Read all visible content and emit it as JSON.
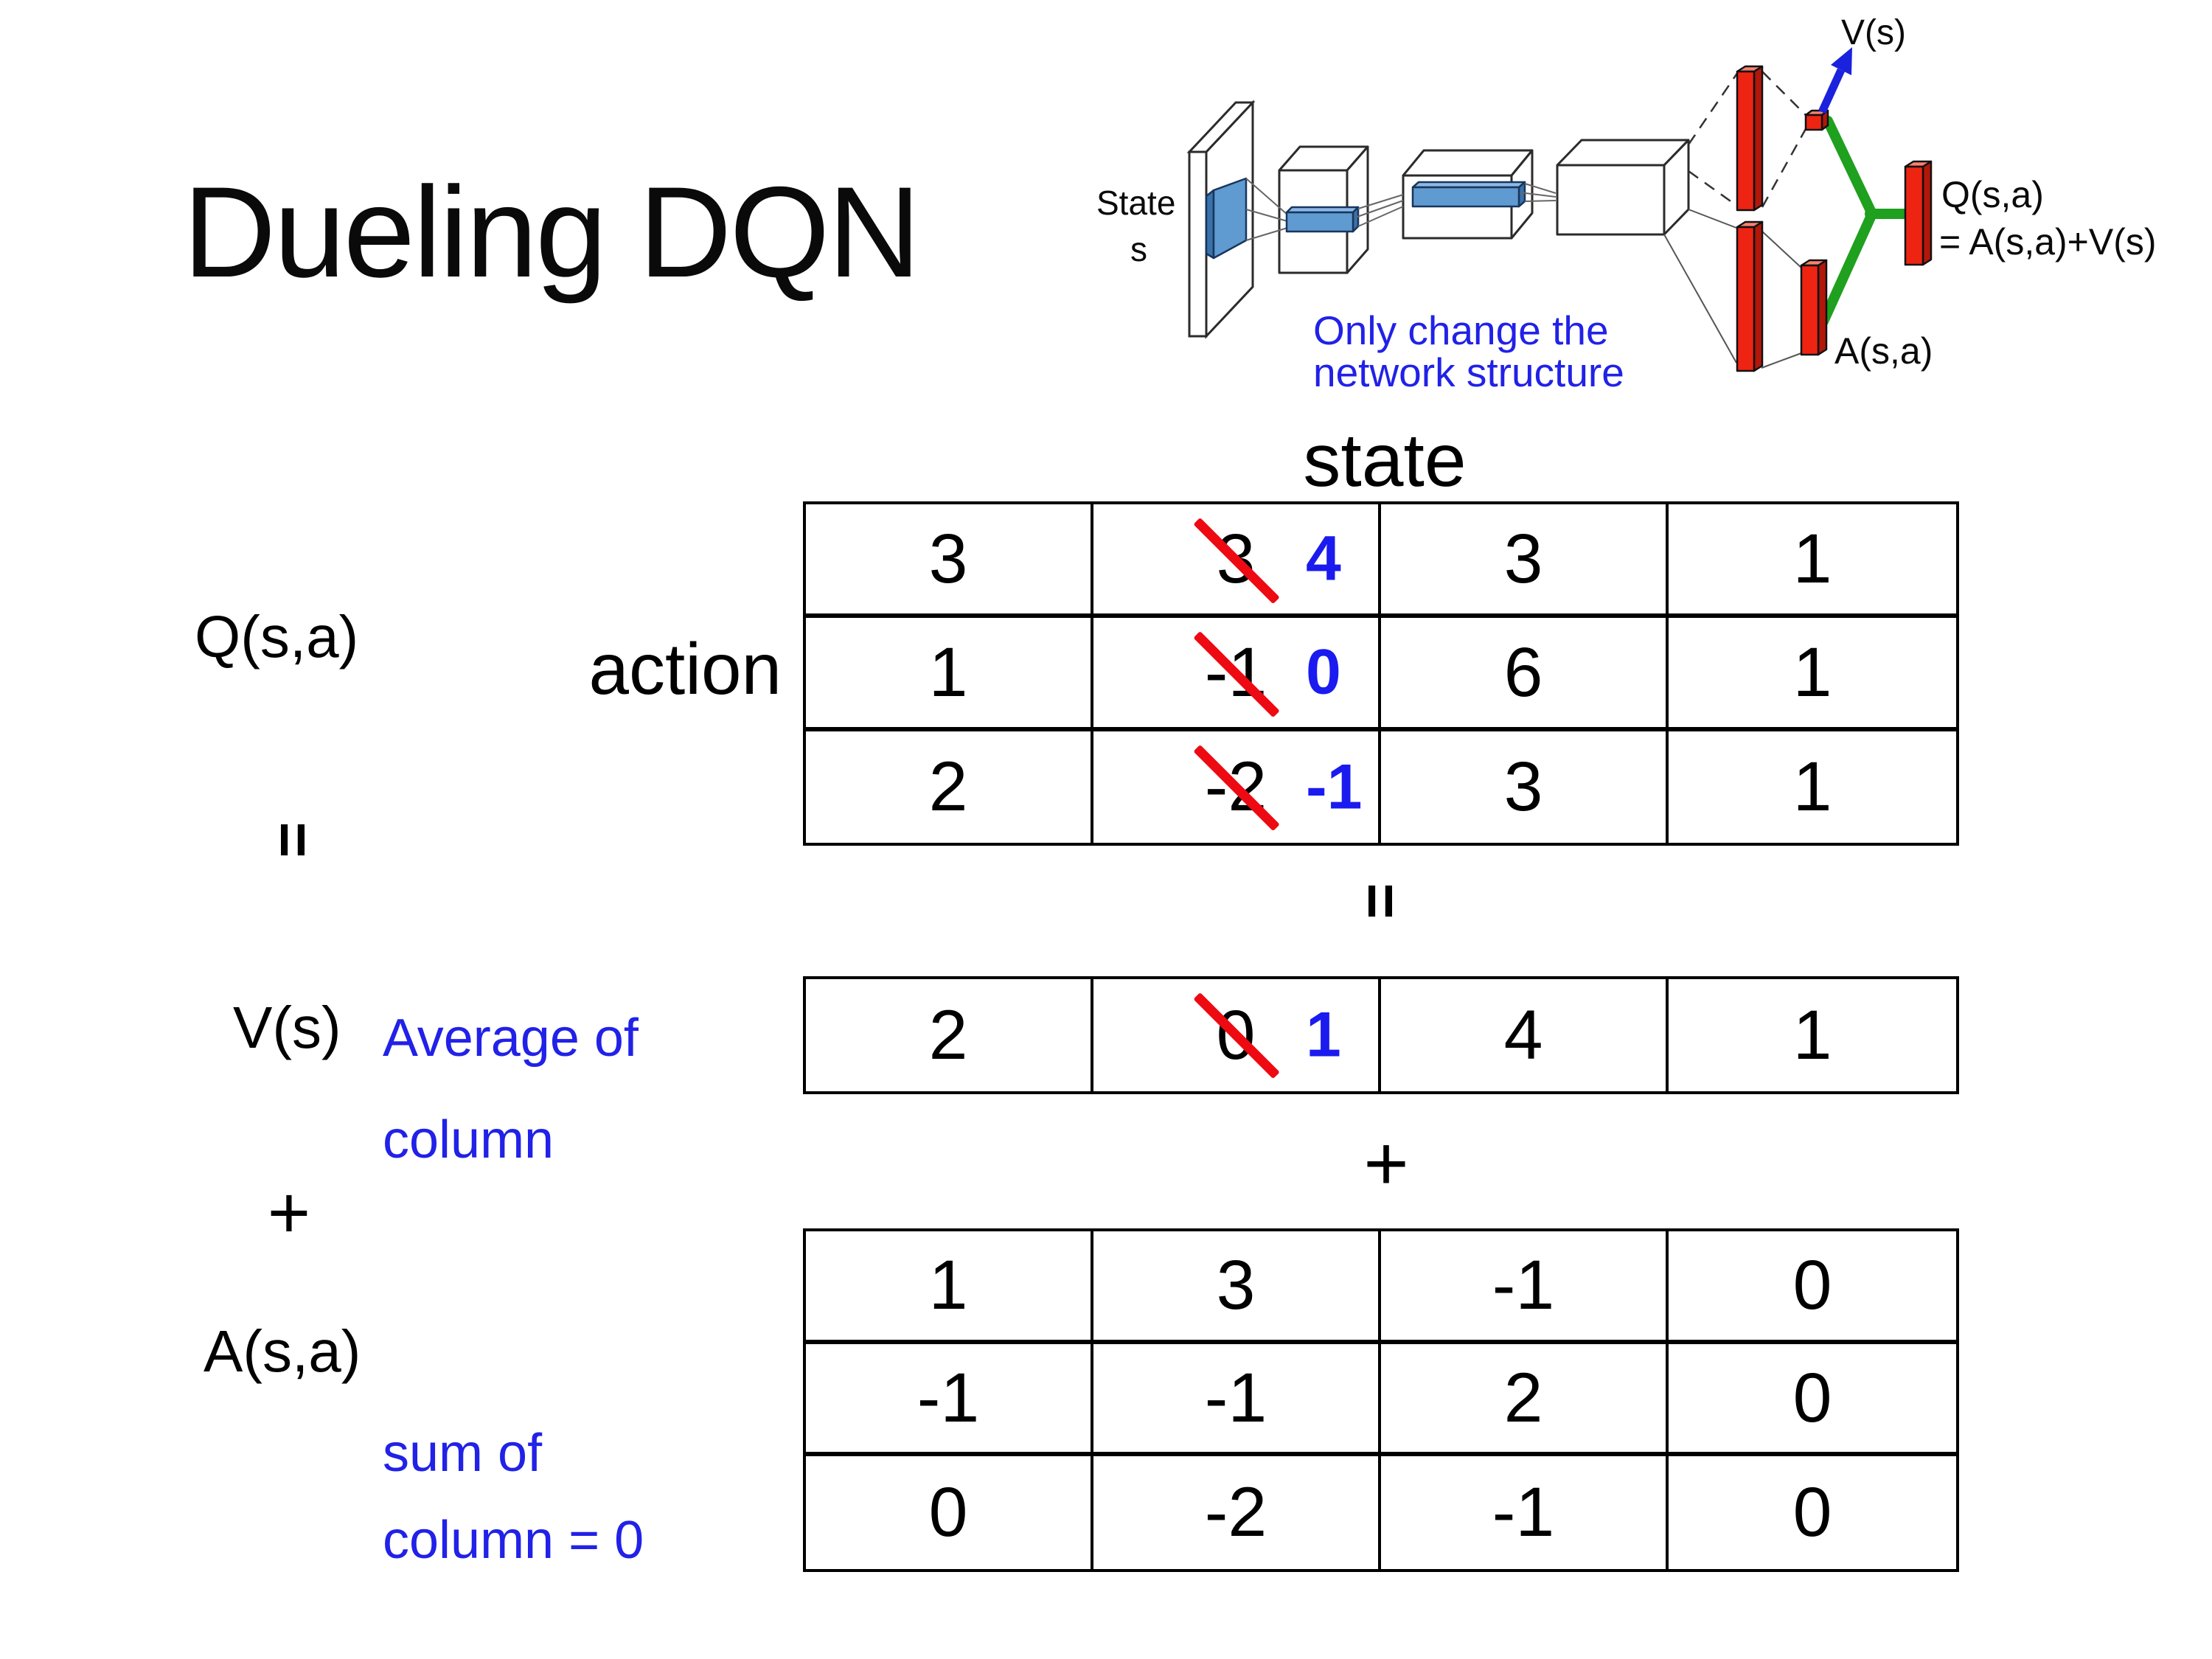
{
  "title": "Dueling DQN",
  "diagram": {
    "state_line1": "State",
    "state_line2": "s",
    "note1": "Only change the",
    "note2": "network structure",
    "v_out": "V(s)",
    "q_out1": "Q(s,a)",
    "q_out2": "= A(s,a)+V(s)",
    "a_out": "A(s,a)"
  },
  "equation": {
    "q_label": "Q(s,a)",
    "eq_left": "=",
    "v_label": "V(s)",
    "plus_left": "+",
    "a_label": "A(s,a)",
    "state_header": "state",
    "action_label": "action",
    "eq_mid": "=",
    "plus_mid": "+",
    "avg_note_line1": "Average of",
    "avg_note_line2": "column",
    "sum_note_line1": "sum of",
    "sum_note_line2": "column = 0"
  },
  "q_table": {
    "rows": [
      [
        {
          "v": "3"
        },
        {
          "old": "3",
          "new": "4"
        },
        {
          "v": "3"
        },
        {
          "v": "1"
        }
      ],
      [
        {
          "v": "1"
        },
        {
          "old": "-1",
          "new": "0"
        },
        {
          "v": "6"
        },
        {
          "v": "1"
        }
      ],
      [
        {
          "v": "2"
        },
        {
          "old": "-2",
          "new": "-1"
        },
        {
          "v": "3"
        },
        {
          "v": "1"
        }
      ]
    ]
  },
  "v_table": {
    "rows": [
      [
        {
          "v": "2"
        },
        {
          "old": "0",
          "new": "1"
        },
        {
          "v": "4"
        },
        {
          "v": "1"
        }
      ]
    ]
  },
  "a_table": {
    "rows": [
      [
        {
          "v": "1"
        },
        {
          "v": "3"
        },
        {
          "v": "-1"
        },
        {
          "v": "0"
        }
      ],
      [
        {
          "v": "-1"
        },
        {
          "v": "-1"
        },
        {
          "v": "2"
        },
        {
          "v": "0"
        }
      ],
      [
        {
          "v": "0"
        },
        {
          "v": "-2"
        },
        {
          "v": "-1"
        },
        {
          "v": "0"
        }
      ]
    ]
  },
  "colors": {
    "blue_number": "#1b1bef",
    "blue_note": "#2121e8",
    "strike_red": "#ee0a12",
    "bar_red": "#ee2413",
    "bar_red_dark": "#b2170a",
    "bar_red_light": "#f8816f",
    "green_link": "#1fa01f",
    "conv_blue": "#5f9ad0",
    "conv_blue_dark": "#3a72ab",
    "arrow_blue": "#1b22dd"
  }
}
